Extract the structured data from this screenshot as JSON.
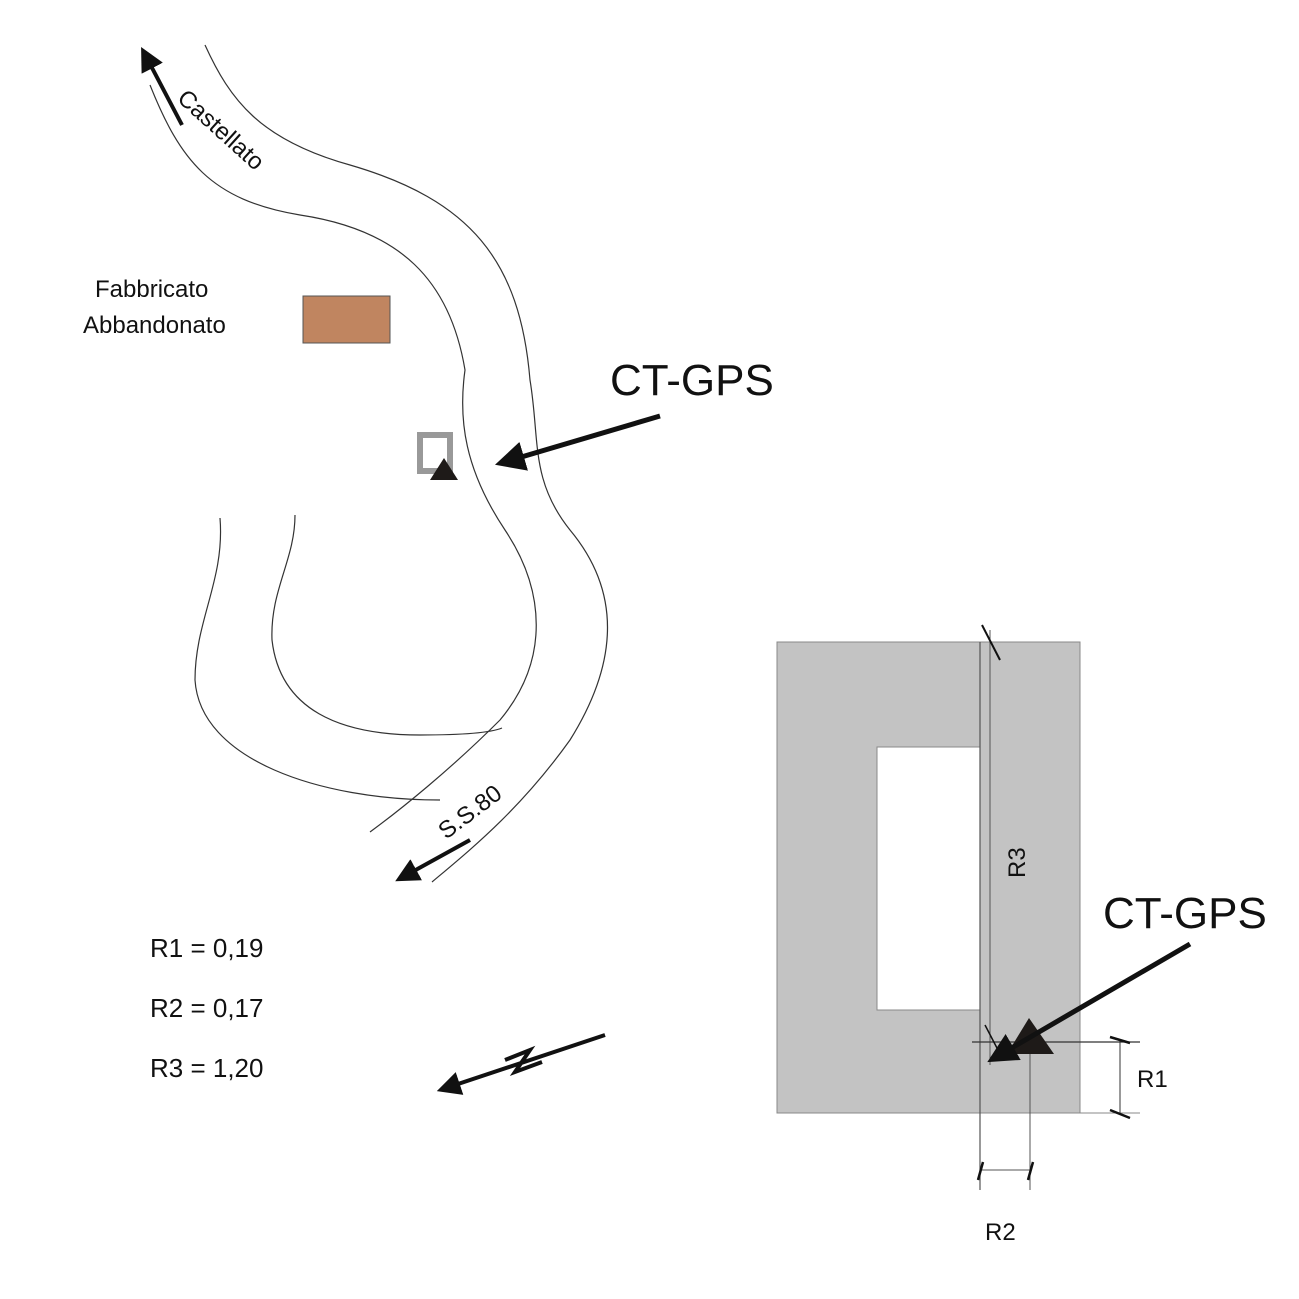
{
  "map": {
    "road_north_label": "Castellato",
    "road_south_label": "S.S.80",
    "building_label_line1": "Fabbricato",
    "building_label_line2": "Abbandonato",
    "station_label": "CT-GPS",
    "building_color": "#c08560"
  },
  "legend": {
    "r1": "R1 = 0,19",
    "r2": "R2 = 0,17",
    "r3": "R3 = 1,20"
  },
  "detail": {
    "station_label": "CT-GPS",
    "r1": "R1",
    "r2": "R2",
    "r3": "R3",
    "fill_color": "#c3c3c3"
  }
}
